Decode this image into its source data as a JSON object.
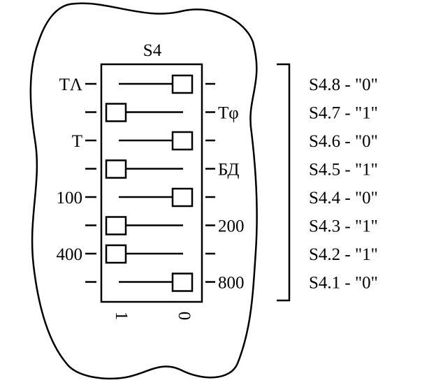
{
  "title": "S4",
  "axis_labels": {
    "on": "1",
    "off": "0"
  },
  "switches": [
    {
      "left": "TΛ",
      "right": "",
      "state": "0",
      "legend": "S4.8 - \"0\""
    },
    {
      "left": "",
      "right": "Tφ",
      "state": "1",
      "legend": "S4.7 - \"1\""
    },
    {
      "left": "T",
      "right": "",
      "state": "0",
      "legend": "S4.6 - \"0\""
    },
    {
      "left": "",
      "right": "БД",
      "state": "1",
      "legend": "S4.5 - \"1\""
    },
    {
      "left": "100",
      "right": "",
      "state": "0",
      "legend": "S4.4 - \"0\""
    },
    {
      "left": "",
      "right": "200",
      "state": "1",
      "legend": "S4.3 - \"1\""
    },
    {
      "left": "400",
      "right": "",
      "state": "1",
      "legend": "S4.2 - \"1\""
    },
    {
      "left": "",
      "right": "800",
      "state": "0",
      "legend": "S4.1 - \"0\""
    }
  ]
}
